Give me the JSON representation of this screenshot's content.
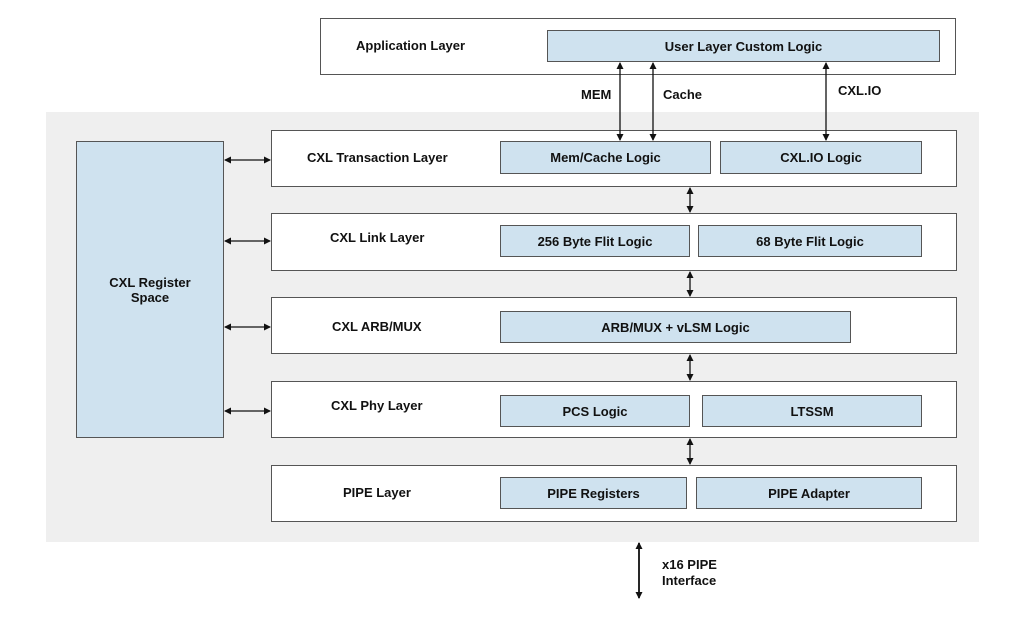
{
  "app_layer": {
    "label": "Application Layer",
    "block": "User Layer Custom Logic"
  },
  "interfaces": {
    "mem": "MEM",
    "cache": "Cache",
    "cxlio": "CXL.IO"
  },
  "register_space": {
    "line1": "CXL Register",
    "line2": "Space"
  },
  "layers": [
    {
      "label": "CXL Transaction Layer",
      "blocks": [
        "Mem/Cache Logic",
        "CXL.IO Logic"
      ]
    },
    {
      "label": "CXL Link Layer",
      "blocks": [
        "256 Byte Flit Logic",
        "68 Byte Flit Logic"
      ]
    },
    {
      "label": "CXL ARB/MUX",
      "blocks": [
        "ARB/MUX + vLSM Logic"
      ]
    },
    {
      "label": "CXL Phy Layer",
      "blocks": [
        "PCS Logic",
        "LTSSM"
      ]
    },
    {
      "label": "PIPE Layer",
      "blocks": [
        "PIPE Registers",
        "PIPE Adapter"
      ]
    }
  ],
  "pipe_interface": {
    "line1": "x16 PIPE",
    "line2": "Interface"
  },
  "colors": {
    "block_fill": "#cfe2ef",
    "panel_fill": "#efefef",
    "border": "#555555"
  }
}
